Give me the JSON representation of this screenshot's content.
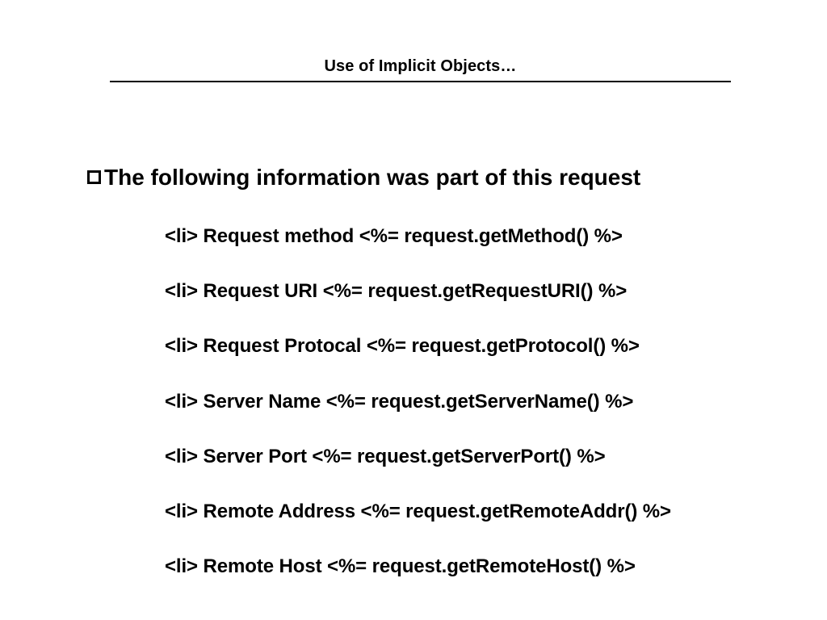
{
  "slide": {
    "title": "Use of Implicit Objects…",
    "background_color": "#ffffff",
    "text_color": "#000000",
    "heading": {
      "bullet_icon": "hollow-square-bullet",
      "text": "The following information was part of this request"
    },
    "code_lines": [
      {
        "text": "<li> Request method <%= request.getMethod() %>"
      },
      {
        "text": "<li> Request URI <%= request.getRequestURI() %>"
      },
      {
        "text": "<li> Request Protocal <%= request.getProtocol() %>"
      },
      {
        "text": "<li> Server Name <%= request.getServerName() %>"
      },
      {
        "text": "<li> Server Port <%= request.getServerPort() %>"
      },
      {
        "text": "<li> Remote Address <%= request.getRemoteAddr() %>"
      },
      {
        "text": "<li> Remote Host <%= request.getRemoteHost() %>"
      }
    ]
  }
}
